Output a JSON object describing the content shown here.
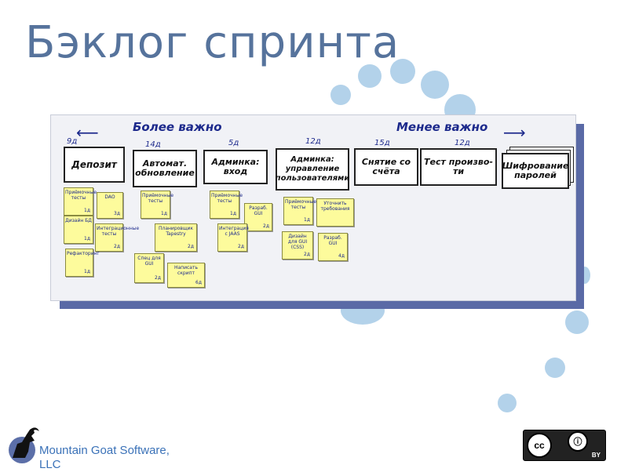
{
  "title": "Бэклог спринта",
  "board": {
    "more_important": "Более важно",
    "less_important": "Менее важно",
    "stories": [
      {
        "name": "Депозит",
        "estimate": "9д"
      },
      {
        "name": "Автомат. обновление",
        "estimate": "14д"
      },
      {
        "name": "Админка: вход",
        "estimate": "5д"
      },
      {
        "name": "Админка: управление пользователями",
        "estimate": "12д"
      },
      {
        "name": "Снятие со счёта",
        "estimate": "15д"
      },
      {
        "name": "Тест произво-ти",
        "estimate": "12д"
      },
      {
        "name": "Шифрование паролей",
        "estimate": ""
      }
    ],
    "tasks": [
      {
        "text": "Приёмочные тесты",
        "hours": "1д"
      },
      {
        "text": "DAO",
        "hours": "3д"
      },
      {
        "text": "Дизайн БД",
        "hours": "1д"
      },
      {
        "text": "Интеграционные тесты",
        "hours": "2д"
      },
      {
        "text": "Рефакторинг",
        "hours": "1д"
      },
      {
        "text": "Приёмочные тесты",
        "hours": "1д"
      },
      {
        "text": "Планировщик Tapestry",
        "hours": "2д"
      },
      {
        "text": "Спец для GUI",
        "hours": "2д"
      },
      {
        "text": "Написать скрипт",
        "hours": "6д"
      },
      {
        "text": "Приёмочные тесты",
        "hours": "1д"
      },
      {
        "text": "Разраб. GUI",
        "hours": "2д"
      },
      {
        "text": "Интеграция с JAAS",
        "hours": "2д"
      },
      {
        "text": "Приёмочные тесты",
        "hours": "1д"
      },
      {
        "text": "Уточнить требования",
        "hours": ""
      },
      {
        "text": "Дизайн для GUI (CSS)",
        "hours": "2д"
      },
      {
        "text": "Разраб. GUI",
        "hours": "4д"
      }
    ]
  },
  "footer": {
    "company": "Mountain Goat Software,",
    "company2": "LLC"
  },
  "license": {
    "cc": "cc",
    "by": "BY"
  },
  "colors": {
    "title": "#56739c",
    "board_shadow": "#5a6aa6",
    "dots": "#b3d2ea",
    "sticky": "#fdfb9c",
    "footer_text": "#3b72b8"
  }
}
